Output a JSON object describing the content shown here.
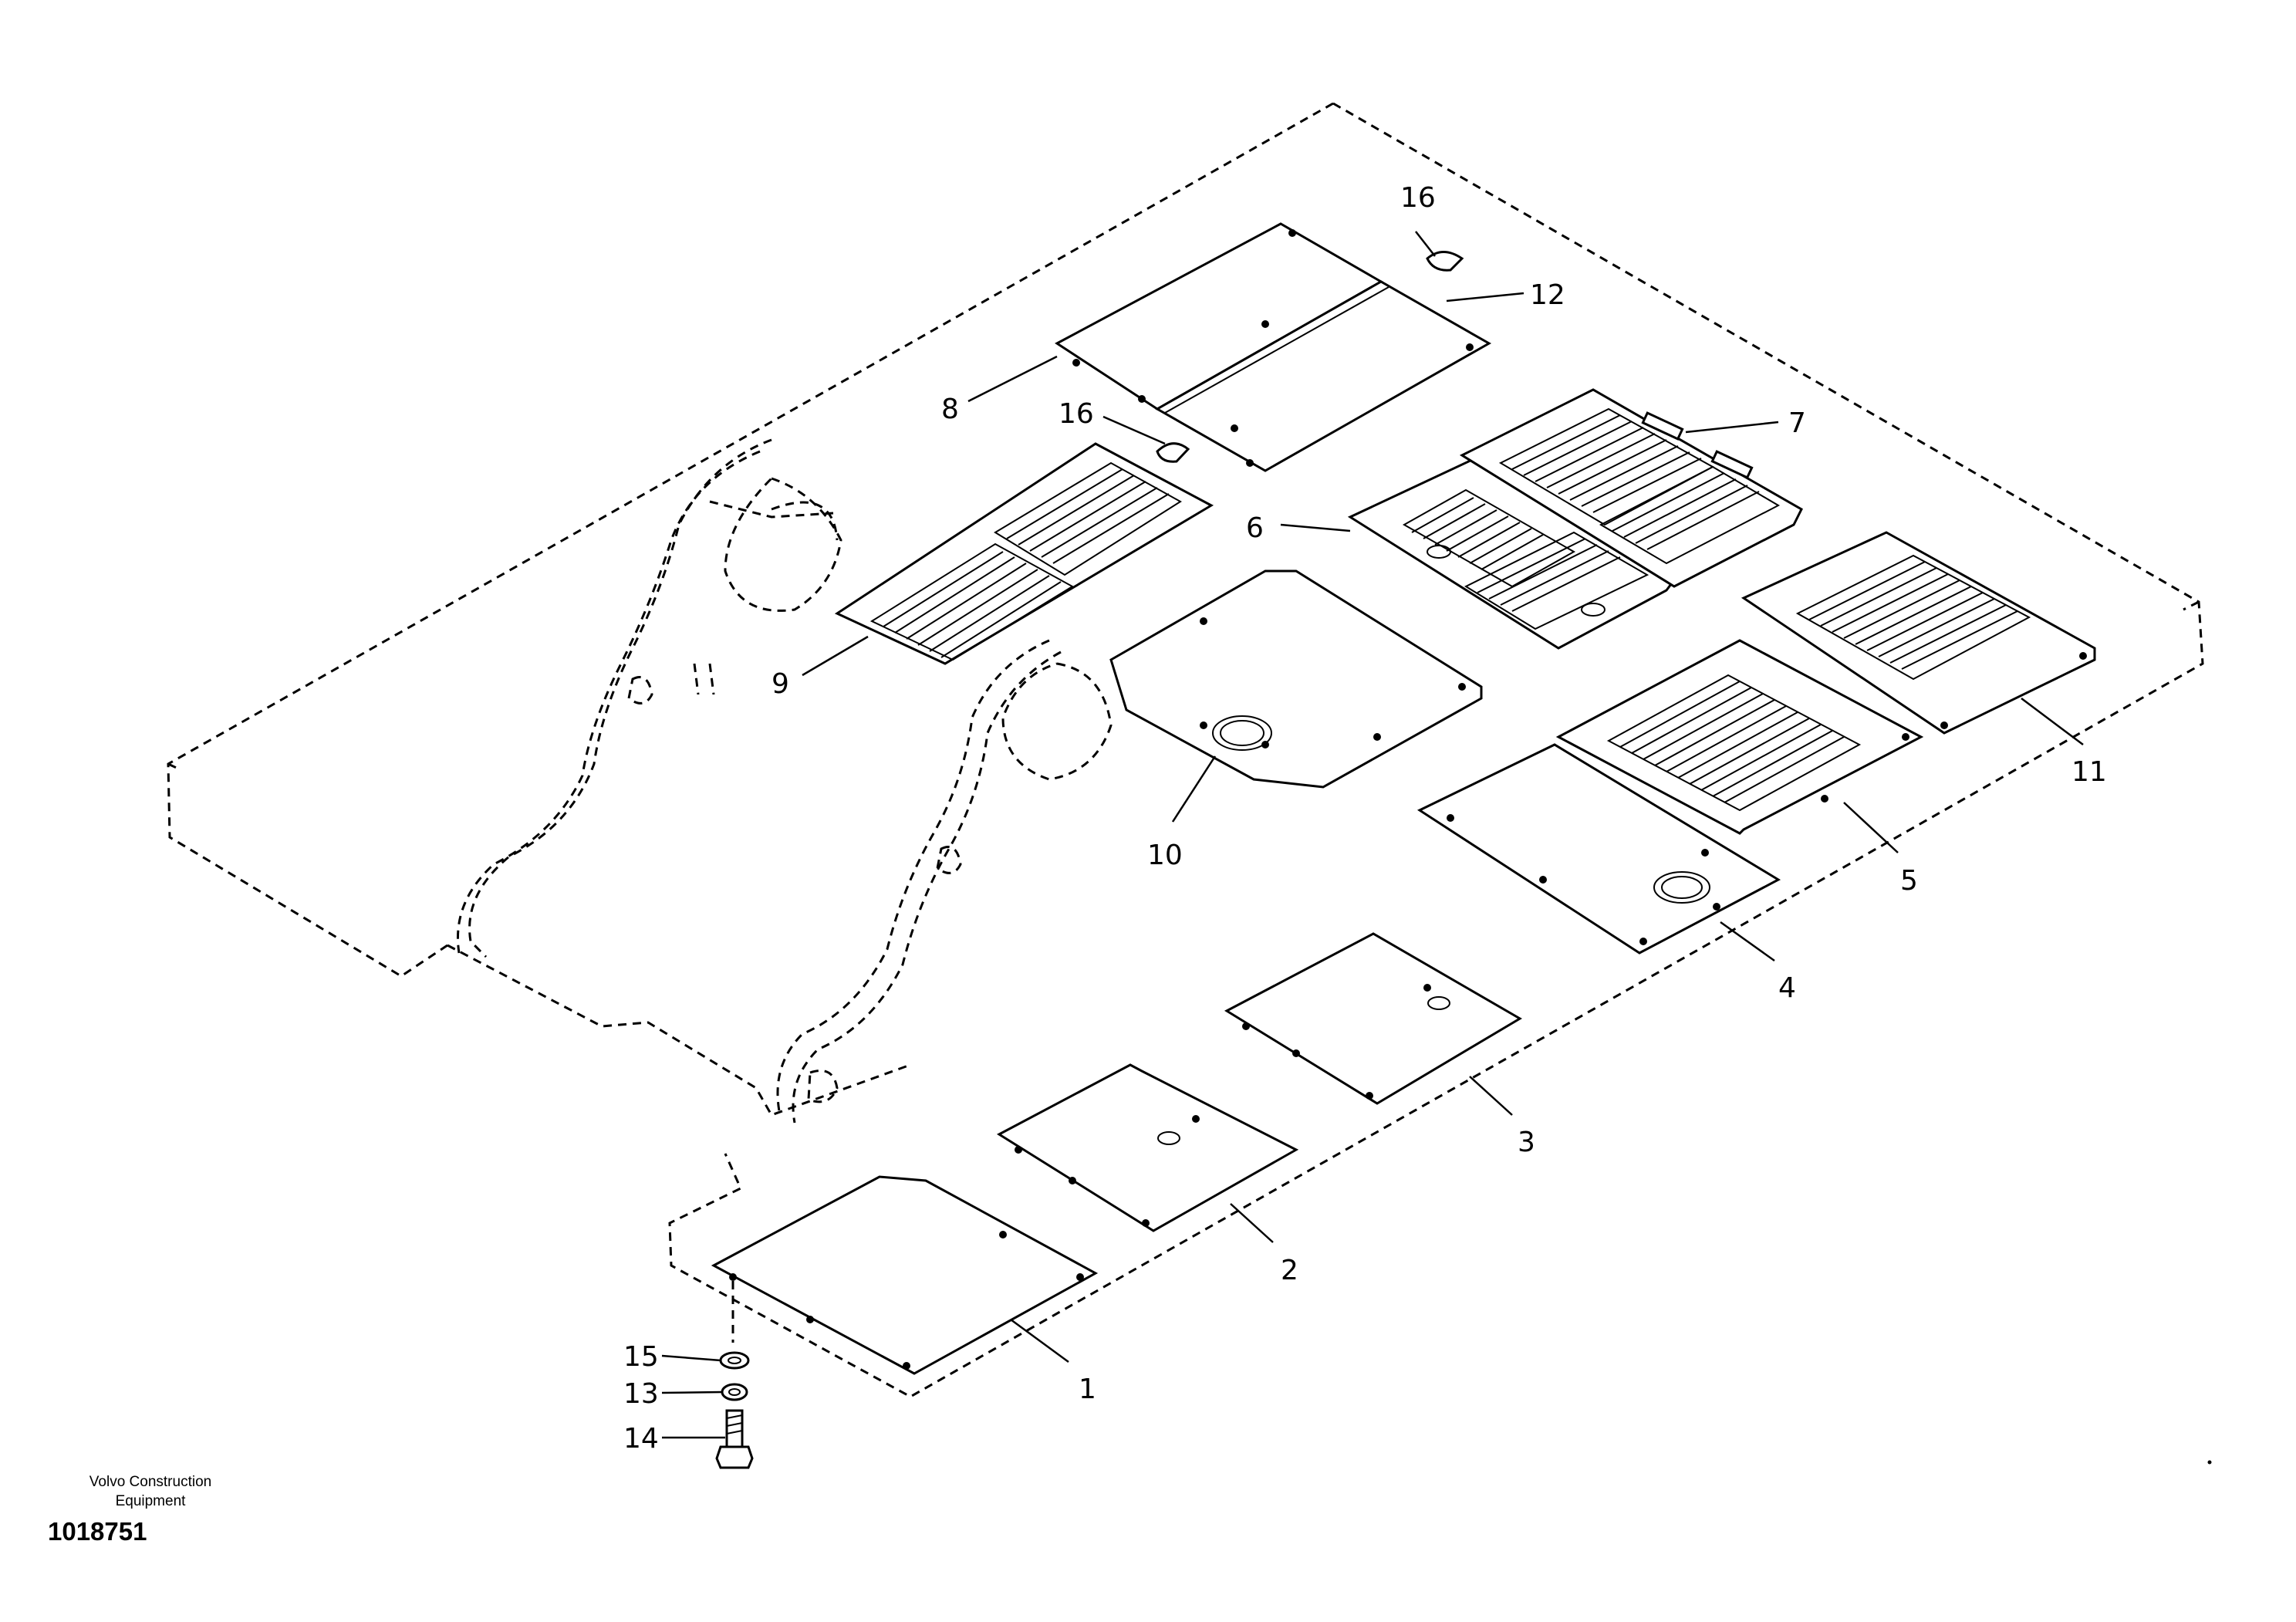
{
  "diagram": {
    "callouts": [
      {
        "id": "c1",
        "label": "1"
      },
      {
        "id": "c2",
        "label": "2"
      },
      {
        "id": "c3",
        "label": "3"
      },
      {
        "id": "c4",
        "label": "4"
      },
      {
        "id": "c5",
        "label": "5"
      },
      {
        "id": "c6",
        "label": "6"
      },
      {
        "id": "c7",
        "label": "7"
      },
      {
        "id": "c8",
        "label": "8"
      },
      {
        "id": "c9",
        "label": "9"
      },
      {
        "id": "c10",
        "label": "10"
      },
      {
        "id": "c11",
        "label": "11"
      },
      {
        "id": "c12",
        "label": "12"
      },
      {
        "id": "c13",
        "label": "13"
      },
      {
        "id": "c14",
        "label": "14"
      },
      {
        "id": "c15",
        "label": "15"
      },
      {
        "id": "c16a",
        "label": "16"
      },
      {
        "id": "c16b",
        "label": "16"
      }
    ]
  },
  "footer": {
    "maker_line1": "Volvo Construction",
    "maker_line2": "Equipment",
    "document_number": "1018751"
  }
}
